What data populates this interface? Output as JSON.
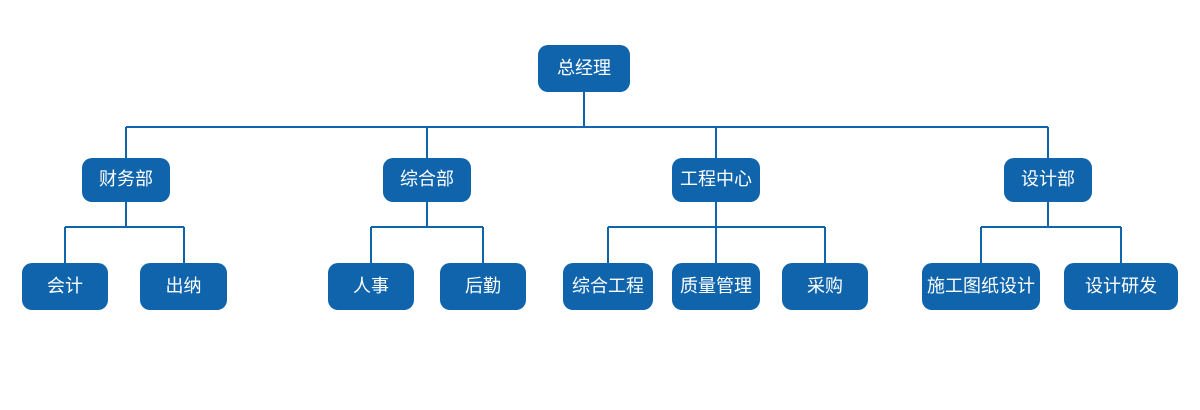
{
  "chart": {
    "type": "org-chart",
    "root": {
      "label": "总经理"
    },
    "departments": [
      {
        "label": "财务部",
        "children": [
          {
            "label": "会计"
          },
          {
            "label": "出纳"
          }
        ]
      },
      {
        "label": "综合部",
        "children": [
          {
            "label": "人事"
          },
          {
            "label": "后勤"
          }
        ]
      },
      {
        "label": "工程中心",
        "children": [
          {
            "label": "综合工程"
          },
          {
            "label": "质量管理"
          },
          {
            "label": "采购"
          }
        ]
      },
      {
        "label": "设计部",
        "children": [
          {
            "label": "施工图纸设计"
          },
          {
            "label": "设计研发"
          }
        ]
      }
    ],
    "colors": {
      "node_fill": "#0f64ac",
      "node_text": "#ffffff",
      "line": "#0f64ac",
      "background": "#ffffff"
    }
  }
}
